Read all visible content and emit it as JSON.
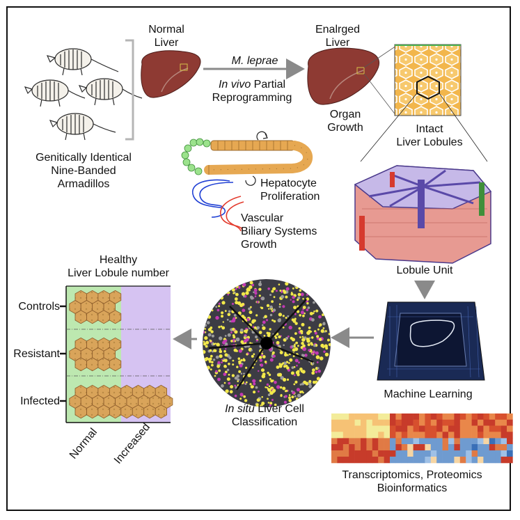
{
  "labels": {
    "normal_liver": [
      "Normal",
      "Liver"
    ],
    "enlarged_liver": [
      "Enalrged",
      "Liver"
    ],
    "m_leprae": "M. leprae",
    "in_vivo": "In vivo",
    "partial": " Partial",
    "reprogramming": "Reprogramming",
    "organ_growth": [
      "Organ",
      "Growth"
    ],
    "intact_lobules": [
      "Intact",
      "Liver Lobules"
    ],
    "armadillos": [
      "Genitically Identical",
      "Nine-Banded",
      "Armadillos"
    ],
    "hepatocyte": [
      "Hepatocyte",
      "Proliferation"
    ],
    "vascular": [
      "Vascular",
      "Biliary Systems",
      "Growth"
    ],
    "lobule_unit": "Lobule Unit",
    "machine_learning": "Machine Learning",
    "omics": [
      "Transcriptomics, Proteomics",
      "Bioinformatics"
    ],
    "in_situ": "In situ",
    "liver_cell": " Liver Cell",
    "classification": "Classification"
  },
  "chart_data": {
    "type": "bar",
    "title": [
      "Healthy",
      "Liver Lobule number"
    ],
    "categories": [
      "Controls",
      "Resistant",
      "Infected"
    ],
    "x_regions": [
      "Normal",
      "Increased"
    ],
    "values": [
      1,
      1,
      2
    ]
  },
  "colors": {
    "liver": "#8e3a33",
    "hepatocyte": "#e6a852",
    "normal_band": "#bde8b0",
    "increased_band": "#d6c3f2",
    "arrow": "#8a8a8a"
  }
}
